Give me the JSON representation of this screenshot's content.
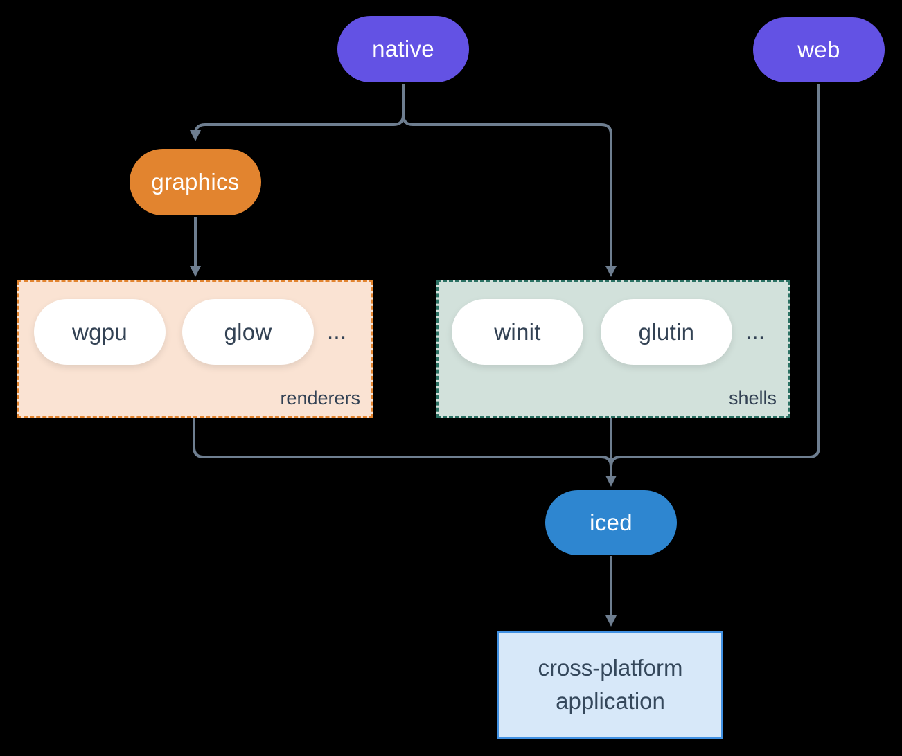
{
  "nodes": {
    "native": "native",
    "web": "web",
    "graphics": "graphics",
    "iced": "iced",
    "app": "cross-platform application"
  },
  "groups": {
    "renderers": {
      "label": "renderers",
      "items": [
        "wgpu",
        "glow"
      ],
      "more": "..."
    },
    "shells": {
      "label": "shells",
      "items": [
        "winit",
        "glutin"
      ],
      "more": "..."
    }
  },
  "edges": [
    {
      "from": "native",
      "to": "graphics"
    },
    {
      "from": "native",
      "to": "shells"
    },
    {
      "from": "graphics",
      "to": "renderers"
    },
    {
      "from": "renderers",
      "to": "iced"
    },
    {
      "from": "shells",
      "to": "iced"
    },
    {
      "from": "web",
      "to": "iced"
    },
    {
      "from": "iced",
      "to": "app"
    }
  ],
  "colors": {
    "background": "#000000",
    "platform_pill": "#6352e4",
    "graphics_pill": "#e2842f",
    "iced_pill": "#2e86d0",
    "connector": "#6e7e90",
    "renderers_bg": "#fae3d3",
    "renderers_border": "#e2842f",
    "shells_bg": "#d2e1db",
    "shells_border": "#2b7163",
    "inner_pill_bg": "#ffffff",
    "inner_pill_text": "#334254",
    "app_bg": "#d7e8f9",
    "app_border": "#4090e2",
    "app_text": "#35485c"
  }
}
